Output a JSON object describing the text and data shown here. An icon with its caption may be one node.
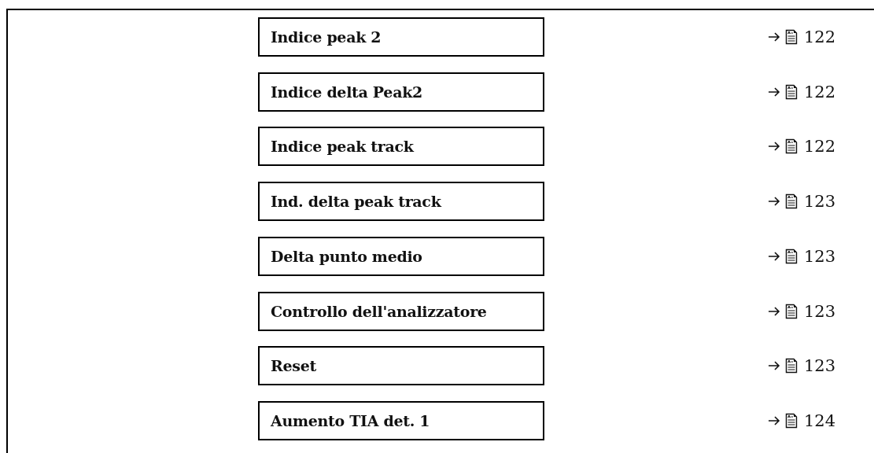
{
  "diagram": {
    "nodes": [
      {
        "text": [
          "Indice peak 2"
        ]
      },
      {
        "text": [
          "Indice delta Peak2"
        ]
      },
      {
        "text": [
          "Indice peak track"
        ]
      },
      {
        "text": [
          "Ind. delta peak track"
        ]
      },
      {
        "text": [
          "Delta punto medio"
        ]
      },
      {
        "text": [
          "Controllo dell'analizzatore"
        ]
      },
      {
        "text": [
          "Reset"
        ]
      },
      {
        "text": [
          "Aumento TIA det. 1"
        ]
      }
    ],
    "labels": [
      "122",
      "122",
      "122",
      "123",
      "123",
      "123",
      "123",
      "124"
    ]
  }
}
